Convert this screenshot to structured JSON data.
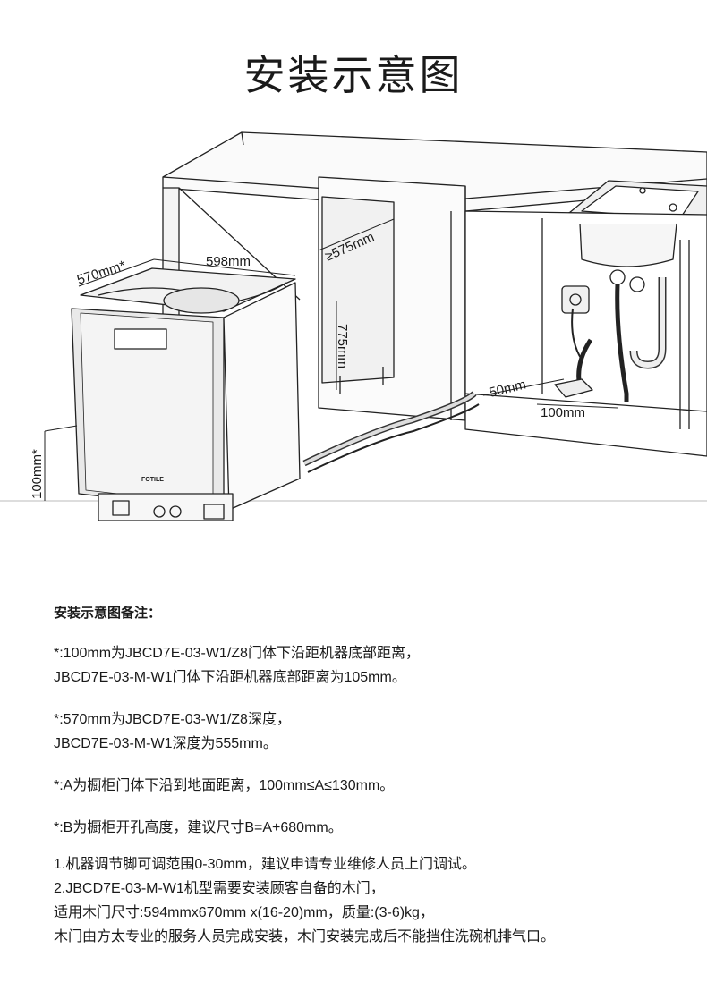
{
  "title": "安装示意图",
  "diagram": {
    "dims": {
      "w598": "598mm",
      "d570": "570mm*",
      "h575": "≥575mm",
      "h775": "775mm",
      "b100": "100mm*",
      "s50": "50mm",
      "s100": "100mm"
    },
    "brand": "FOTILE"
  },
  "notes": {
    "heading": "安装示意图备注：",
    "n1a": "*:100mm为JBCD7E-03-W1/Z8门体下沿距机器底部距离，",
    "n1b": "JBCD7E-03-M-W1门体下沿距机器底部距离为105mm。",
    "n2a": "*:570mm为JBCD7E-03-W1/Z8深度，",
    "n2b": "JBCD7E-03-M-W1深度为555mm。",
    "n3": "*:A为橱柜门体下沿到地面距离，100mm≤A≤130mm。",
    "n4": "*:B为橱柜开孔高度，建议尺寸B=A+680mm。",
    "n5": "1.机器调节脚可调范围0-30mm，建议申请专业维修人员上门调试。",
    "n6a": "2.JBCD7E-03-M-W1机型需要安装顾客自备的木门，",
    "n6b": "适用木门尺寸:594mmx670mm x(16-20)mm，质量:(3-6)kg，",
    "n6c": "木门由方太专业的服务人员完成安装，木门安装完成后不能挡住洗碗机排气口。"
  }
}
